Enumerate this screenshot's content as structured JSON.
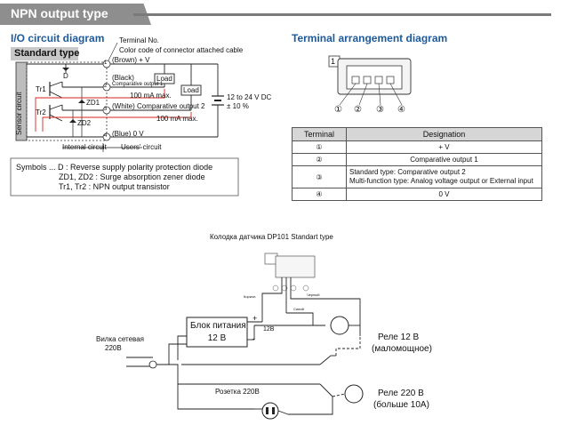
{
  "header": {
    "title": "NPN output type"
  },
  "io": {
    "title": "I/O circuit diagram",
    "standard_type": "Standard type",
    "terminal_no": "Terminal No.",
    "color_code": "Color code of connector attached cable",
    "brown": "(Brown) + V",
    "black": "(Black)",
    "comp1": "Comparative output 1",
    "load1": "Load",
    "load2": "Load",
    "max1": "100 mA max.",
    "white": "(White) Comparative output 2",
    "max2": "100 mA max.",
    "blue": "(Blue) 0 V",
    "supply1": "12 to 24 V DC",
    "supply2": "± 10 %",
    "sensor_circuit": "Sensor circuit",
    "d": "D",
    "tr1": "Tr1",
    "tr2": "Tr2",
    "zd1": "ZD1",
    "zd2": "ZD2",
    "internal": "Internal circuit",
    "users": "Users' circuit",
    "t1": "1",
    "t2": "2",
    "t3": "3",
    "t4": "4"
  },
  "symbols": {
    "line1": "Symbols ... D : Reverse supply polarity protection diode",
    "line2": "ZD1, ZD2 : Surge absorption zener diode",
    "line3": "Tr1, Tr2 : NPN output transistor"
  },
  "terminal_arrangement": {
    "title": "Terminal arrangement diagram",
    "box_label": "1",
    "pins": [
      "①",
      "②",
      "③",
      "④"
    ]
  },
  "terminal_table": {
    "col_terminal": "Terminal",
    "col_designation": "Designation",
    "rows": [
      {
        "terminal": "①",
        "designation": "+ V"
      },
      {
        "terminal": "②",
        "designation": "Comparative output 1"
      },
      {
        "terminal": "③",
        "designation": "Standard type: Comparative output 2",
        "designation2": "Multi-function type: Analog voltage output or External input"
      },
      {
        "terminal": "④",
        "designation": "0 V"
      }
    ]
  },
  "wiring": {
    "title": "Колодка датчика DP101 Standart type",
    "psu_line1": "Блок питания",
    "psu_line2": "12 В",
    "plug_line1": "Вилка сетевая",
    "plug_line2": "220В",
    "socket": "Розетка 220В",
    "relay12_line1": "Реле 12 В",
    "relay12_line2": "(маломощное)",
    "relay220_line1": "Реле 220 В",
    "relay220_line2": "(больше 10А)",
    "wire_12v": "12В",
    "plus": "+",
    "minus": "-",
    "wire_brown": "Коричн.",
    "wire_black": "Черный",
    "wire_blue": "Синий"
  }
}
